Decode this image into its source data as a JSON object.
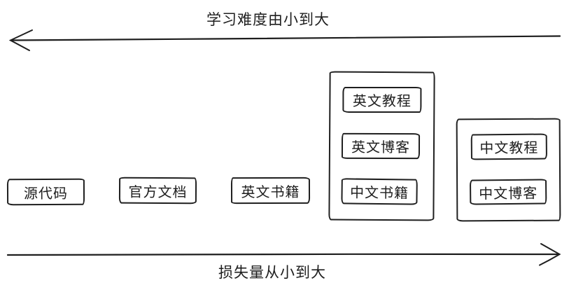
{
  "diagram": {
    "background_color": "#ffffff",
    "stroke_color": "#1e1e1e",
    "top_axis": {
      "label": "学习难度由小到大",
      "arrow_direction": "left"
    },
    "bottom_axis": {
      "label": "损失量从小到大",
      "arrow_direction": "right"
    },
    "standalone_boxes": [
      {
        "label": "源代码"
      },
      {
        "label": "官方文档"
      },
      {
        "label": "英文书籍"
      }
    ],
    "groups": [
      {
        "name": "english-and-chinese-books-group",
        "items": [
          {
            "label": "英文教程"
          },
          {
            "label": "英文博客"
          },
          {
            "label": "中文书籍"
          }
        ]
      },
      {
        "name": "chinese-resources-group",
        "items": [
          {
            "label": "中文教程"
          },
          {
            "label": "中文博客"
          }
        ]
      }
    ]
  }
}
